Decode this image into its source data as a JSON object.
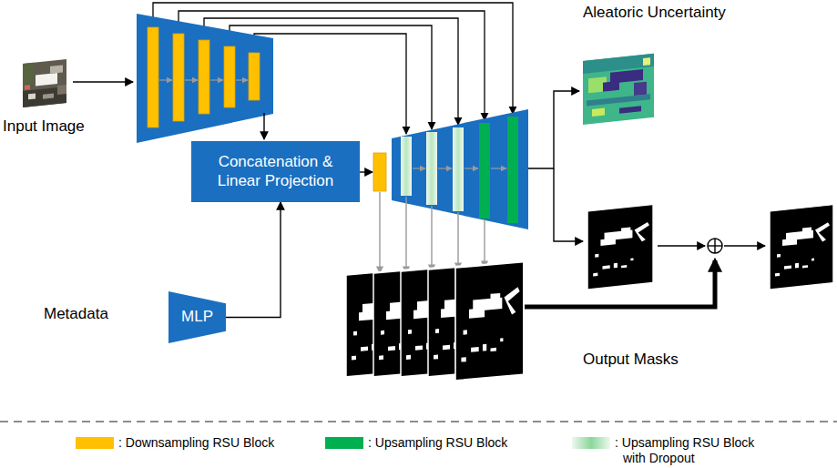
{
  "diagram": {
    "nodes": [
      {
        "text": [
          "Concatenation & Linear Projection"
        ]
      },
      {
        "text": [
          "MLP"
        ]
      }
    ],
    "edges": [
      {
        "from": 1,
        "to": 0,
        "arrow": "to"
      }
    ],
    "labels": [
      "Input Image",
      "Metadata",
      "Aleatoric Uncertainty",
      "Output Masks"
    ],
    "legend": [
      {
        "text": ": Downsampling RSU Block",
        "color": "#ffc000"
      },
      {
        "text": ": Upsampling RSU Block",
        "color": "#00b050"
      },
      {
        "text": ": Upsampling RSU Block with Dropout"
      }
    ]
  }
}
